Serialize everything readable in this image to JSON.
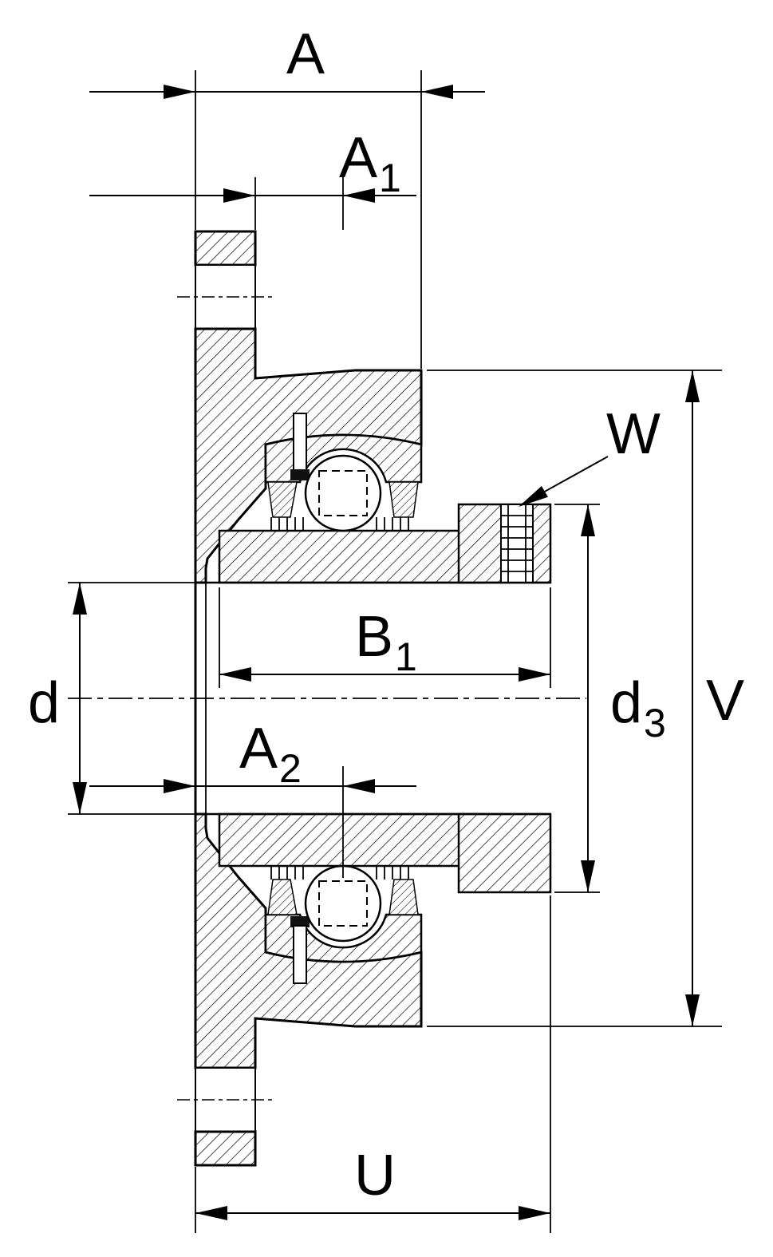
{
  "drawing": {
    "kind": "flanged-bearing-unit-cross-section",
    "colors": {
      "line": "#000000",
      "background": "#ffffff",
      "hatch": "#000000"
    },
    "labels": {
      "A": {
        "main": "A",
        "sub": ""
      },
      "A1": {
        "main": "A",
        "sub": "1"
      },
      "A2": {
        "main": "A",
        "sub": "2"
      },
      "B1": {
        "main": "B",
        "sub": "1"
      },
      "d": {
        "main": "d",
        "sub": ""
      },
      "d3": {
        "main": "d",
        "sub": "3"
      },
      "V": {
        "main": "V",
        "sub": ""
      },
      "W": {
        "main": "W",
        "sub": ""
      },
      "U": {
        "main": "U",
        "sub": ""
      }
    }
  }
}
